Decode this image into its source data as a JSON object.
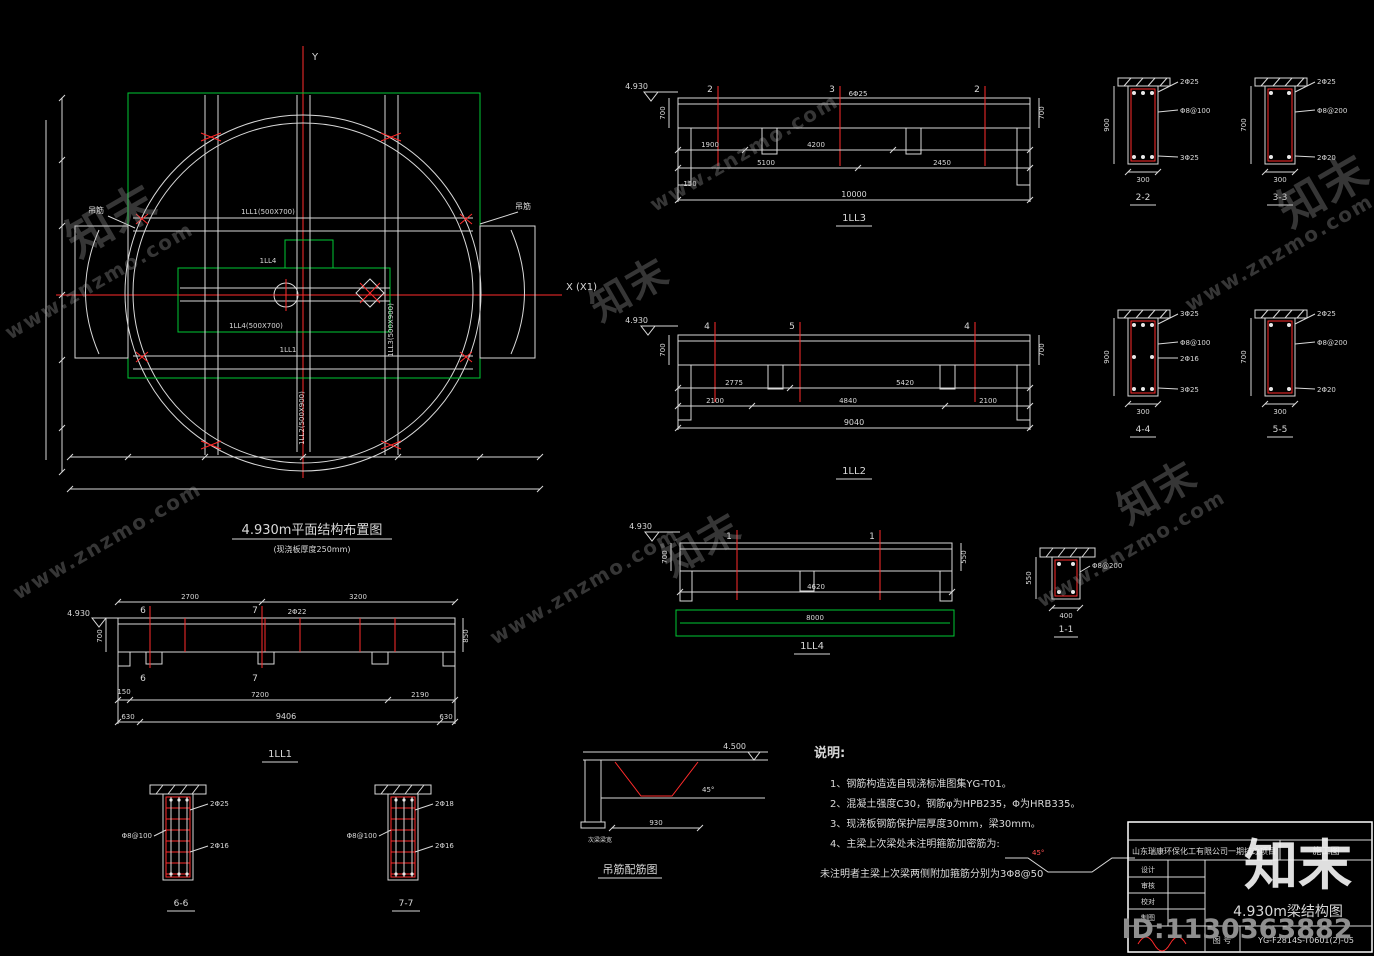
{
  "colors": {
    "background": "#000000",
    "line_white": "#d9d9d9",
    "line_red": "#ff2b2b",
    "line_green": "#00c833",
    "line_cyan": "#00d5d5",
    "watermark_gray": "#a8a8a8"
  },
  "watermark": {
    "brand": "知末",
    "site": "www.znzmo.com",
    "id": "ID:1130363882"
  },
  "plan": {
    "title": "4.930m平面结构布置图",
    "subtitle": "(现浇板厚度250mm)",
    "axis_y": "Y",
    "axis_x": "X (X1)",
    "labels": {
      "top_beam": "1LL1(500X700)",
      "mid_beam": "1LL4",
      "mid_beam_size": "1LL4(500X700)",
      "bottom_beam": "1LL1",
      "v_center_beam": "1LL2(500X900)",
      "v_right_beam": "1LL3(500X900)",
      "hook_left": "吊筋",
      "hook_right": "吊筋"
    }
  },
  "ll3": {
    "label": "1LL3",
    "level": "4.930",
    "sections": [
      "2",
      "3",
      "2"
    ],
    "rebar_top": "6Φ25",
    "dims_row1": [
      "1900",
      "4200"
    ],
    "dims_row2": [
      "5100",
      "2450"
    ],
    "total": "10000",
    "end_dim": "150",
    "height_left": "700",
    "height_right": "700"
  },
  "ll2": {
    "label": "1LL2",
    "level": "4.930",
    "sections": [
      "4",
      "5",
      "4"
    ],
    "dims_row1": [
      "2775",
      "5420"
    ],
    "dims_row2": [
      "2100",
      "4840",
      "2100"
    ],
    "total": "9040",
    "height_left": "700",
    "height_right": "700"
  },
  "ll4": {
    "label": "1LL4",
    "level": "4.930",
    "sections": [
      "1",
      "1"
    ],
    "dims_row1": [
      "4620"
    ],
    "total": "8000",
    "height_left": "700",
    "height_right": "550"
  },
  "ll1": {
    "label": "1LL1",
    "level": "4.930",
    "sections_top": [
      "6",
      "7"
    ],
    "sections_bottom": [
      "6",
      "7"
    ],
    "rebar_top": "2Φ22",
    "dims_top": [
      "2700",
      "3200"
    ],
    "dims_row1": [
      "7200",
      "2190"
    ],
    "total": "9406",
    "end_dim_left": "150",
    "end_dim_1": "630",
    "end_dim_2": "630",
    "height_left": "700",
    "height_right": "850"
  },
  "sections": {
    "s22": {
      "label": "2-2",
      "top_bars": "2Φ25",
      "stirrups": "Φ8@100",
      "bottom_bars": "3Φ25",
      "width": "300",
      "height": "900"
    },
    "s33": {
      "label": "3-3",
      "top_bars": "2Φ25",
      "stirrups": "Φ8@200",
      "bottom_bars": "2Φ20",
      "width": "300",
      "height": "700"
    },
    "s44": {
      "label": "4-4",
      "top_bars": "3Φ25",
      "stirrups": "Φ8@100",
      "waist_bars": "2Φ16",
      "bottom_bars": "3Φ25",
      "width": "300",
      "height": "900"
    },
    "s55": {
      "label": "5-5",
      "top_bars": "2Φ25",
      "stirrups": "Φ8@200",
      "bottom_bars": "2Φ20",
      "width": "300",
      "height": "700"
    },
    "s11": {
      "label": "1-1",
      "stirrups": "Φ8@200",
      "height": "550",
      "width": "400"
    },
    "s66": {
      "label": "6-6",
      "callout_left": "Φ8@100",
      "callout_right_top": "2Φ25",
      "callout_right": "2Φ16"
    },
    "s77": {
      "label": "7-7",
      "callout_left": "Φ8@100",
      "callout_right_top": "2Φ18",
      "callout_right": "2Φ16"
    }
  },
  "hook_detail": {
    "title": "吊筋配筋图",
    "level": "4.500",
    "dim": "930",
    "width_note": "次梁梁宽",
    "angle": "45°"
  },
  "notes": {
    "title": "说明:",
    "item1": "1、钢筋构造选自现浇标准图集YG-T01。",
    "item2": "2、混凝土强度C30，钢筋φ为HPB235，Φ为HRB335。",
    "item3": "3、现浇板钢筋保护层厚度30mm，梁30mm。",
    "item4": "4、主梁上次梁处未注明箍筋加密筋为:",
    "footnote": "未注明者主梁上次梁两侧附加箍筋分别为3Φ8@50",
    "sketch_angle": "45°"
  },
  "titleblock": {
    "company": "山东瑞康环保化工有限公司一期技改项目",
    "stage": "施工图",
    "drawing_title": "4.930m梁结构图",
    "number_label": "图 号",
    "number": "YG-F2814S-T0601(2)-05",
    "row1": "设计",
    "row2": "审核",
    "row3": "校对",
    "row4": "制图"
  }
}
